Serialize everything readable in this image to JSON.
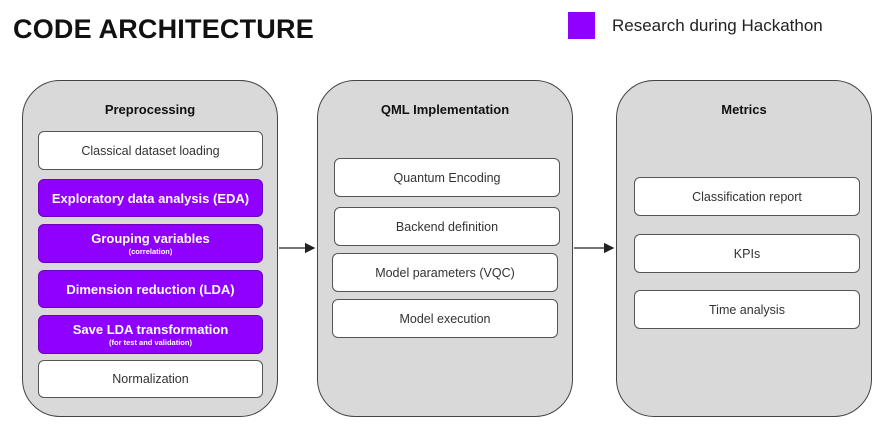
{
  "title": "CODE ARCHITECTURE",
  "legend": {
    "label": "Research during Hackathon",
    "color": "#8f00ff"
  },
  "panels": [
    {
      "title": "Preprocessing",
      "items": [
        {
          "label": "Classical dataset loading",
          "sub": "",
          "highlight": false
        },
        {
          "label": "Exploratory data analysis (EDA)",
          "sub": "",
          "highlight": true
        },
        {
          "label": "Grouping variables",
          "sub": "(correlation)",
          "highlight": true
        },
        {
          "label": "Dimension reduction (LDA)",
          "sub": "",
          "highlight": true
        },
        {
          "label": "Save LDA transformation",
          "sub": "(for test and validation)",
          "highlight": true
        },
        {
          "label": "Normalization",
          "sub": "",
          "highlight": false
        }
      ]
    },
    {
      "title": "QML Implementation",
      "items": [
        {
          "label": "Quantum Encoding",
          "highlight": false
        },
        {
          "label": "Backend definition",
          "highlight": false
        },
        {
          "label": "Model parameters (VQC)",
          "highlight": false
        },
        {
          "label": "Model execution",
          "highlight": false
        }
      ]
    },
    {
      "title": "Metrics",
      "items": [
        {
          "label": "Classification report",
          "highlight": false
        },
        {
          "label": "KPIs",
          "highlight": false
        },
        {
          "label": "Time analysis",
          "highlight": false
        }
      ]
    }
  ]
}
